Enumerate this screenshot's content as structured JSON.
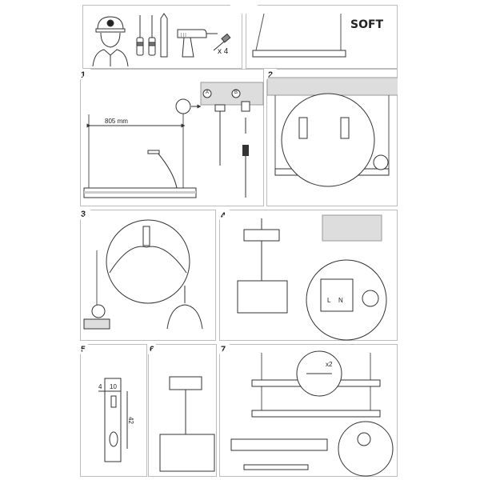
{
  "title": "SOFT",
  "tools": {
    "quantity": "x 4"
  },
  "steps": [
    {
      "num": "1",
      "dimension": "805 mm",
      "marker_a": "A",
      "marker_b": "B"
    },
    {
      "num": "2"
    },
    {
      "num": "3"
    },
    {
      "num": "4",
      "terminals": [
        "L",
        "N"
      ]
    },
    {
      "num": "5",
      "dim_4": "4",
      "dim_10": "10",
      "dim_42": "42"
    },
    {
      "num": "6"
    },
    {
      "num": "7",
      "repeat": "x2"
    }
  ]
}
